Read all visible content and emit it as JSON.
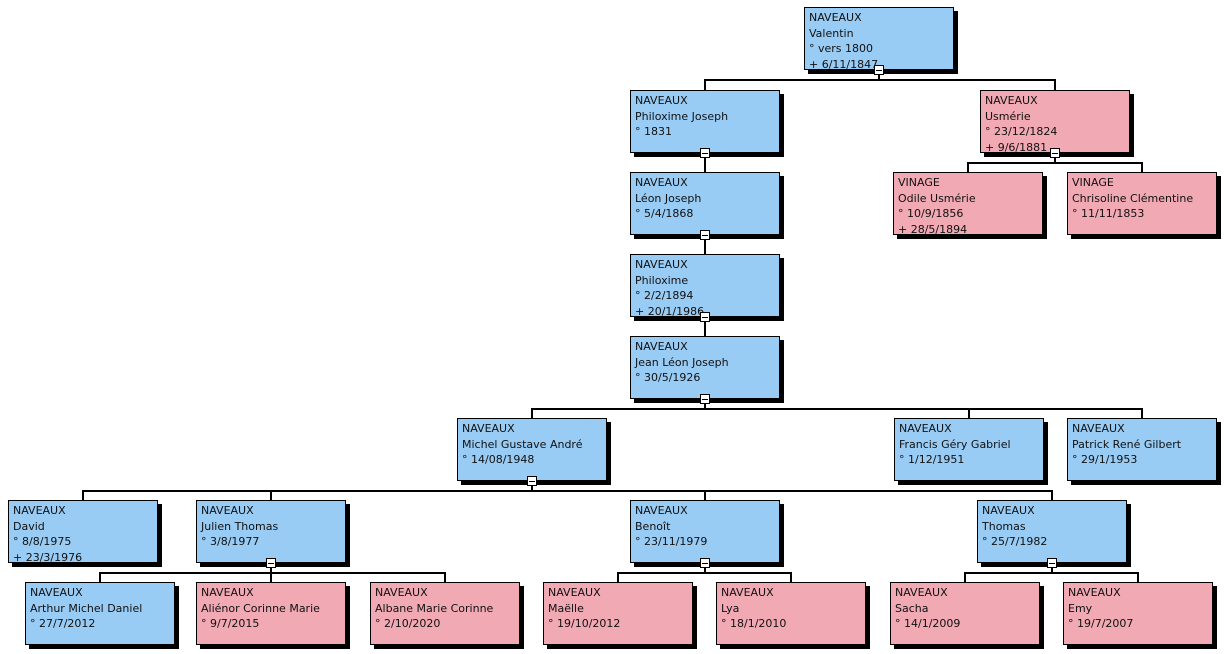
{
  "colors": {
    "male": "#99ccf5",
    "female": "#f1a9b4",
    "line": "#000000"
  },
  "persons": [
    {
      "id": "valentin",
      "gender": "m",
      "lines": [
        "NAVEAUX",
        "Valentin",
        "° vers 1800",
        "+ 6/11/1847"
      ],
      "collapsible": true
    },
    {
      "id": "philoxime-joseph",
      "gender": "m",
      "parent": "valentin",
      "lines": [
        "NAVEAUX",
        "Philoxime Joseph",
        "° 1831"
      ],
      "collapsible": true
    },
    {
      "id": "usmerie",
      "gender": "f",
      "parent": "valentin",
      "lines": [
        "NAVEAUX",
        "Usmérie",
        "° 23/12/1824",
        "+ 9/6/1881"
      ],
      "collapsible": true
    },
    {
      "id": "odile",
      "gender": "f",
      "parent": "usmerie",
      "lines": [
        "VINAGE",
        "Odile Usmérie",
        "° 10/9/1856",
        "+ 28/5/1894"
      ]
    },
    {
      "id": "chrisoline",
      "gender": "f",
      "parent": "usmerie",
      "lines": [
        "VINAGE",
        "Chrisoline Clémentine",
        "° 11/11/1853"
      ]
    },
    {
      "id": "leon-joseph",
      "gender": "m",
      "parent": "philoxime-joseph",
      "lines": [
        "NAVEAUX",
        "Léon Joseph",
        "° 5/4/1868"
      ],
      "collapsible": true
    },
    {
      "id": "philoxime",
      "gender": "m",
      "parent": "leon-joseph",
      "lines": [
        "NAVEAUX",
        "Philoxime",
        "° 2/2/1894",
        "+ 20/1/1986"
      ],
      "collapsible": true
    },
    {
      "id": "jean-leon-joseph",
      "gender": "m",
      "parent": "philoxime",
      "lines": [
        "NAVEAUX",
        "Jean Léon Joseph",
        "° 30/5/1926"
      ],
      "collapsible": true
    },
    {
      "id": "michel",
      "gender": "m",
      "parent": "jean-leon-joseph",
      "lines": [
        "NAVEAUX",
        "Michel Gustave André",
        "° 14/08/1948"
      ],
      "collapsible": true
    },
    {
      "id": "francis",
      "gender": "m",
      "parent": "jean-leon-joseph",
      "lines": [
        "NAVEAUX",
        "Francis Géry Gabriel",
        "° 1/12/1951"
      ]
    },
    {
      "id": "patrick",
      "gender": "m",
      "parent": "jean-leon-joseph",
      "lines": [
        "NAVEAUX",
        "Patrick René Gilbert",
        "° 29/1/1953"
      ]
    },
    {
      "id": "david",
      "gender": "m",
      "parent": "michel",
      "lines": [
        "NAVEAUX",
        "David",
        "° 8/8/1975",
        "+ 23/3/1976"
      ]
    },
    {
      "id": "julien",
      "gender": "m",
      "parent": "michel",
      "lines": [
        "NAVEAUX",
        "Julien Thomas",
        "° 3/8/1977"
      ],
      "collapsible": true
    },
    {
      "id": "benoit",
      "gender": "m",
      "parent": "michel",
      "lines": [
        "NAVEAUX",
        "Benoît",
        "° 23/11/1979"
      ],
      "collapsible": true
    },
    {
      "id": "thomas",
      "gender": "m",
      "parent": "michel",
      "lines": [
        "NAVEAUX",
        "Thomas",
        "° 25/7/1982"
      ],
      "collapsible": true
    },
    {
      "id": "arthur",
      "gender": "m",
      "parent": "julien",
      "lines": [
        "NAVEAUX",
        "Arthur Michel Daniel",
        "° 27/7/2012"
      ]
    },
    {
      "id": "alienor",
      "gender": "f",
      "parent": "julien",
      "lines": [
        "NAVEAUX",
        "Aliénor Corinne Marie",
        "° 9/7/2015"
      ]
    },
    {
      "id": "albane",
      "gender": "f",
      "parent": "julien",
      "lines": [
        "NAVEAUX",
        "Albane Marie Corinne",
        "° 2/10/2020"
      ]
    },
    {
      "id": "maelle",
      "gender": "f",
      "parent": "benoit",
      "lines": [
        "NAVEAUX",
        "Maëlle",
        "° 19/10/2012"
      ]
    },
    {
      "id": "lya",
      "gender": "f",
      "parent": "benoit",
      "lines": [
        "NAVEAUX",
        "Lya",
        "° 18/1/2010"
      ]
    },
    {
      "id": "sacha",
      "gender": "f",
      "parent": "thomas",
      "lines": [
        "NAVEAUX",
        "Sacha",
        "° 14/1/2009"
      ]
    },
    {
      "id": "emy",
      "gender": "f",
      "parent": "thomas",
      "lines": [
        "NAVEAUX",
        "Emy",
        "° 19/7/2007"
      ]
    }
  ]
}
